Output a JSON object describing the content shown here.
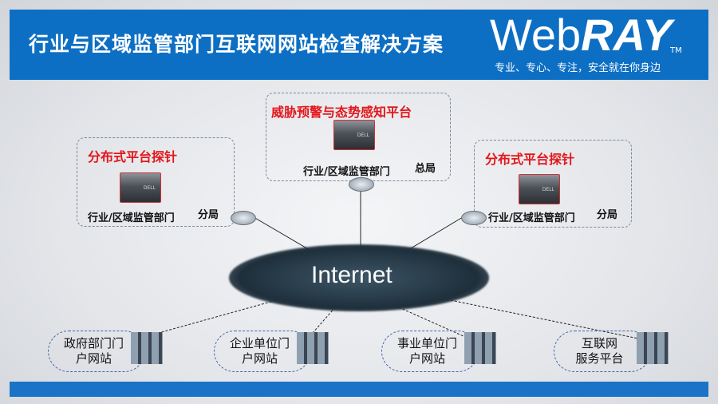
{
  "header": {
    "title": "行业与区域监管部门互联网网站检查解决方案",
    "logo_web": "Web",
    "logo_ray": "RAY",
    "logo_tm": "TM",
    "slogan": "专业、专心、专注，安全就在你身边"
  },
  "nodes": {
    "left": {
      "title": "分布式平台探针",
      "dept": "行业/区域监管部门",
      "level": "分局"
    },
    "center": {
      "title": "威胁预警与态势感知平台",
      "dept": "行业/区域监管部门",
      "level": "总局"
    },
    "right": {
      "title": "分布式平台探针",
      "dept": "行业/区域监管部门",
      "level": "分局"
    }
  },
  "server_badge": "DELL",
  "internet": "Internet",
  "sites": [
    {
      "line1": "政府部门门",
      "line2": "户网站"
    },
    {
      "line1": "企业单位门",
      "line2": "户网站"
    },
    {
      "line1": "事业单位门",
      "line2": "户网站"
    },
    {
      "line1": "互联网",
      "line2": "服务平台"
    }
  ],
  "colors": {
    "header": "#0d6fc4",
    "accent_red": "#e3161b"
  }
}
